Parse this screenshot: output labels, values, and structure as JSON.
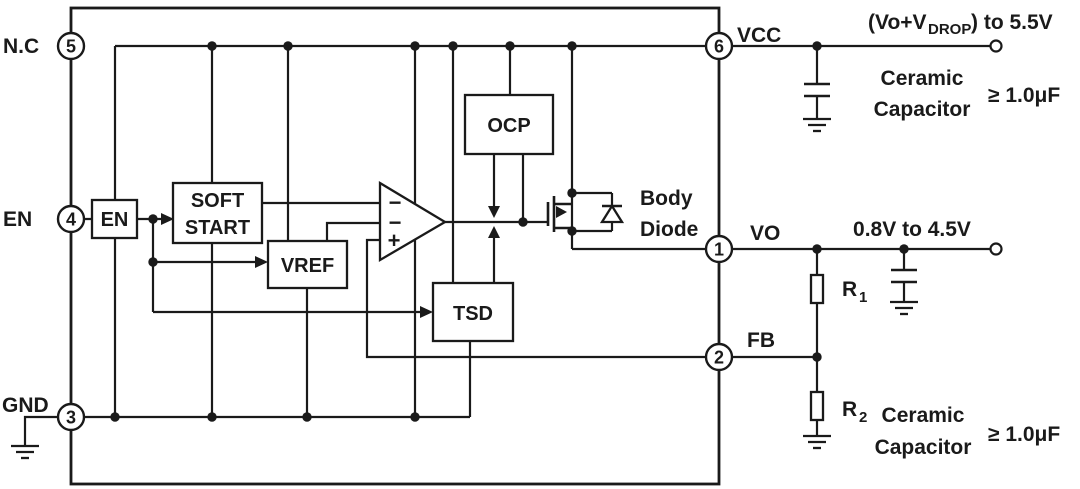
{
  "diagram": {
    "pins": {
      "nc": {
        "label": "N.C",
        "number": "5"
      },
      "en": {
        "label": "EN",
        "number": "4"
      },
      "gnd": {
        "label": "GND",
        "number": "3"
      },
      "vcc": {
        "label": "VCC",
        "number": "6"
      },
      "vo": {
        "label": "VO",
        "number": "1"
      },
      "fb": {
        "label": "FB",
        "number": "2"
      }
    },
    "blocks": {
      "en": "EN",
      "soft_start_line1": "SOFT",
      "soft_start_line2": "START",
      "vref": "VREF",
      "ocp": "OCP",
      "tsd": "TSD"
    },
    "amp_signs": [
      "−",
      "−",
      "+"
    ],
    "body_diode": {
      "line1": "Body",
      "line2": "Diode"
    },
    "annotations": {
      "vcc_range_prefix": "(Vo+V",
      "vcc_range_sub": "DROP",
      "vcc_range_suffix": ") to 5.5V",
      "vo_range": "0.8V to 4.5V",
      "input_cap_line1": "Ceramic",
      "input_cap_line2": "Capacitor",
      "input_cap_value": "≥ 1.0μF",
      "output_cap_line1": "Ceramic",
      "output_cap_line2": "Capacitor",
      "output_cap_value": "≥ 1.0μF",
      "r1_name": "R",
      "r1_sub": "1",
      "r2_name": "R",
      "r2_sub": "2"
    }
  }
}
